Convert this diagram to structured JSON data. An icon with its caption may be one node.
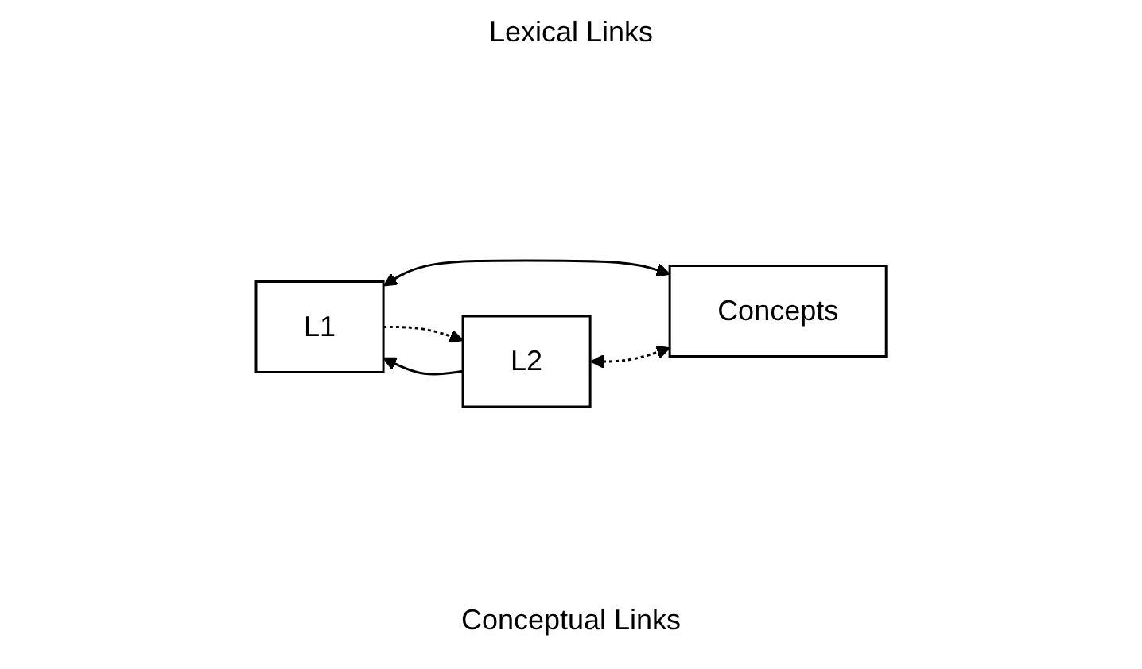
{
  "diagram": {
    "nodes": [
      {
        "text": [
          "L1"
        ]
      },
      {
        "text": [
          "L2"
        ]
      },
      {
        "text": [
          "Concepts"
        ]
      }
    ],
    "edges": [
      {
        "from": 0,
        "to": 1,
        "arrow": "to",
        "style": "dashed"
      },
      {
        "from": 1,
        "to": 0,
        "arrow": "to"
      },
      {
        "from": 0,
        "to": 2,
        "arrow": "both"
      },
      {
        "from": 1,
        "to": 2,
        "arrow": "both",
        "style": "dashed"
      }
    ],
    "labels": [
      "Lexical Links",
      "Conceptual Links"
    ]
  }
}
